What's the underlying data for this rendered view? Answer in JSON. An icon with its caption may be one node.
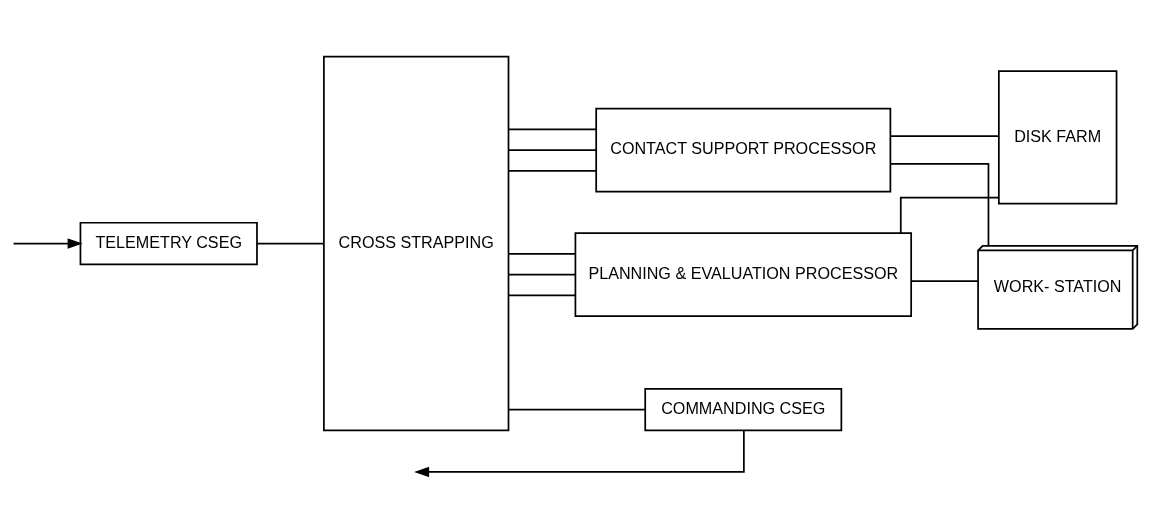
{
  "diagram": {
    "nodes": [
      {
        "text": [
          "TELEMETRY CSEG"
        ]
      },
      {
        "text": [
          "CROSS STRAPPING"
        ]
      },
      {
        "text": [
          "CONTACT SUPPORT PROCESSOR"
        ]
      },
      {
        "text": [
          "DISK FARM"
        ]
      },
      {
        "text": [
          "WORK- STATION"
        ]
      },
      {
        "text": [
          "COMMANDING CSEG"
        ]
      },
      {
        "text": [
          "PLANNING & EVALUATION PROCESSOR"
        ]
      }
    ],
    "edges": [
      {
        "from": null,
        "to": 0,
        "arrow": "to"
      },
      {
        "from": 0,
        "to": 1,
        "arrow": "none"
      },
      {
        "from": 1,
        "to": 2,
        "arrow": "none"
      },
      {
        "from": 1,
        "to": 2,
        "arrow": "none"
      },
      {
        "from": 1,
        "to": 2,
        "arrow": "none"
      },
      {
        "from": 2,
        "to": 4,
        "arrow": "none"
      },
      {
        "from": 2,
        "to": 3,
        "arrow": "none"
      },
      {
        "from": 1,
        "to": 6,
        "arrow": "none"
      },
      {
        "from": 1,
        "to": 6,
        "arrow": "none"
      },
      {
        "from": 1,
        "to": 6,
        "arrow": "none"
      },
      {
        "from": 6,
        "to": 3,
        "arrow": "none"
      },
      {
        "from": 6,
        "to": 4,
        "arrow": "none"
      },
      {
        "from": 5,
        "to": null,
        "arrow": "to"
      },
      {
        "from": 1,
        "to": 5,
        "arrow": "none"
      }
    ]
  }
}
